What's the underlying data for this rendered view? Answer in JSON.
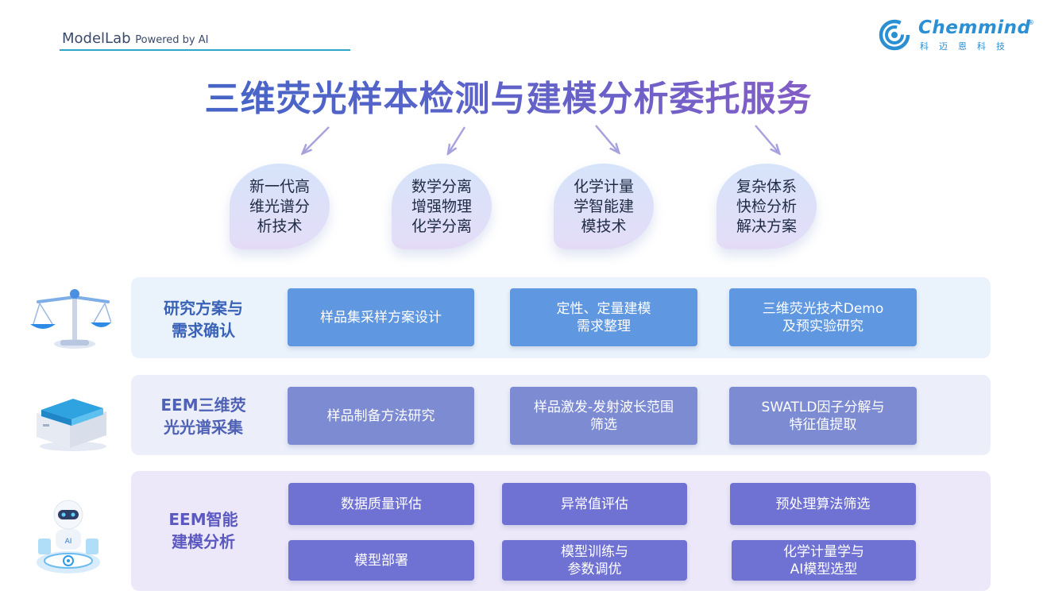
{
  "brand": {
    "main": "ModelLab",
    "sub": "Powered by AI"
  },
  "logo": {
    "name": "Chemmind",
    "reg": "®",
    "sub": "科迈恩科技"
  },
  "title": "三维荧光样本检测与建模分析委托服务",
  "features": [
    {
      "l1": "新一代高",
      "l2": "维光谱分",
      "l3": "析技术"
    },
    {
      "l1": "数学分离",
      "l2": "增强物理",
      "l3": "化学分离"
    },
    {
      "l1": "化学计量",
      "l2": "学智能建",
      "l3": "模技术"
    },
    {
      "l1": "复杂体系",
      "l2": "快检分析",
      "l3": "解决方案"
    }
  ],
  "rows": [
    {
      "label": {
        "l1": "研究方案与",
        "l2": "需求确认"
      },
      "steps": [
        {
          "l1": "样品集采样方案设计",
          "l2": ""
        },
        {
          "l1": "定性、定量建模",
          "l2": "需求整理"
        },
        {
          "l1": "三维荧光技术Demo",
          "l2": "及预实验研究"
        }
      ]
    },
    {
      "label": {
        "l1": "EEM三维荧",
        "l2": "光光谱采集"
      },
      "steps": [
        {
          "l1": "样品制备方法研究",
          "l2": ""
        },
        {
          "l1": "样品激发-发射波长范围",
          "l2": "筛选"
        },
        {
          "l1": "SWATLD因子分解与",
          "l2": "特征值提取"
        }
      ]
    },
    {
      "label": {
        "l1": "EEM智能",
        "l2": "建模分析"
      },
      "steps": [
        {
          "l1": "数据质量评估",
          "l2": ""
        },
        {
          "l1": "异常值评估",
          "l2": ""
        },
        {
          "l1": "预处理算法筛选",
          "l2": ""
        },
        {
          "l1": "化学计量学与",
          "l2": "AI模型选型"
        },
        {
          "l1": "模型训练与",
          "l2": "参数调优"
        },
        {
          "l1": "模型部署",
          "l2": ""
        }
      ]
    }
  ],
  "colors": {
    "row1_step": "#5f97e0",
    "row2_step": "#7c8bd2",
    "row3_step": "#6f72d2",
    "row1_label": "#3a62b8",
    "row2_label": "#4e61b5",
    "row3_label": "#5b58c0"
  },
  "icons": [
    "balance-scale-icon",
    "spectrometer-box-icon",
    "ai-robot-icon"
  ]
}
